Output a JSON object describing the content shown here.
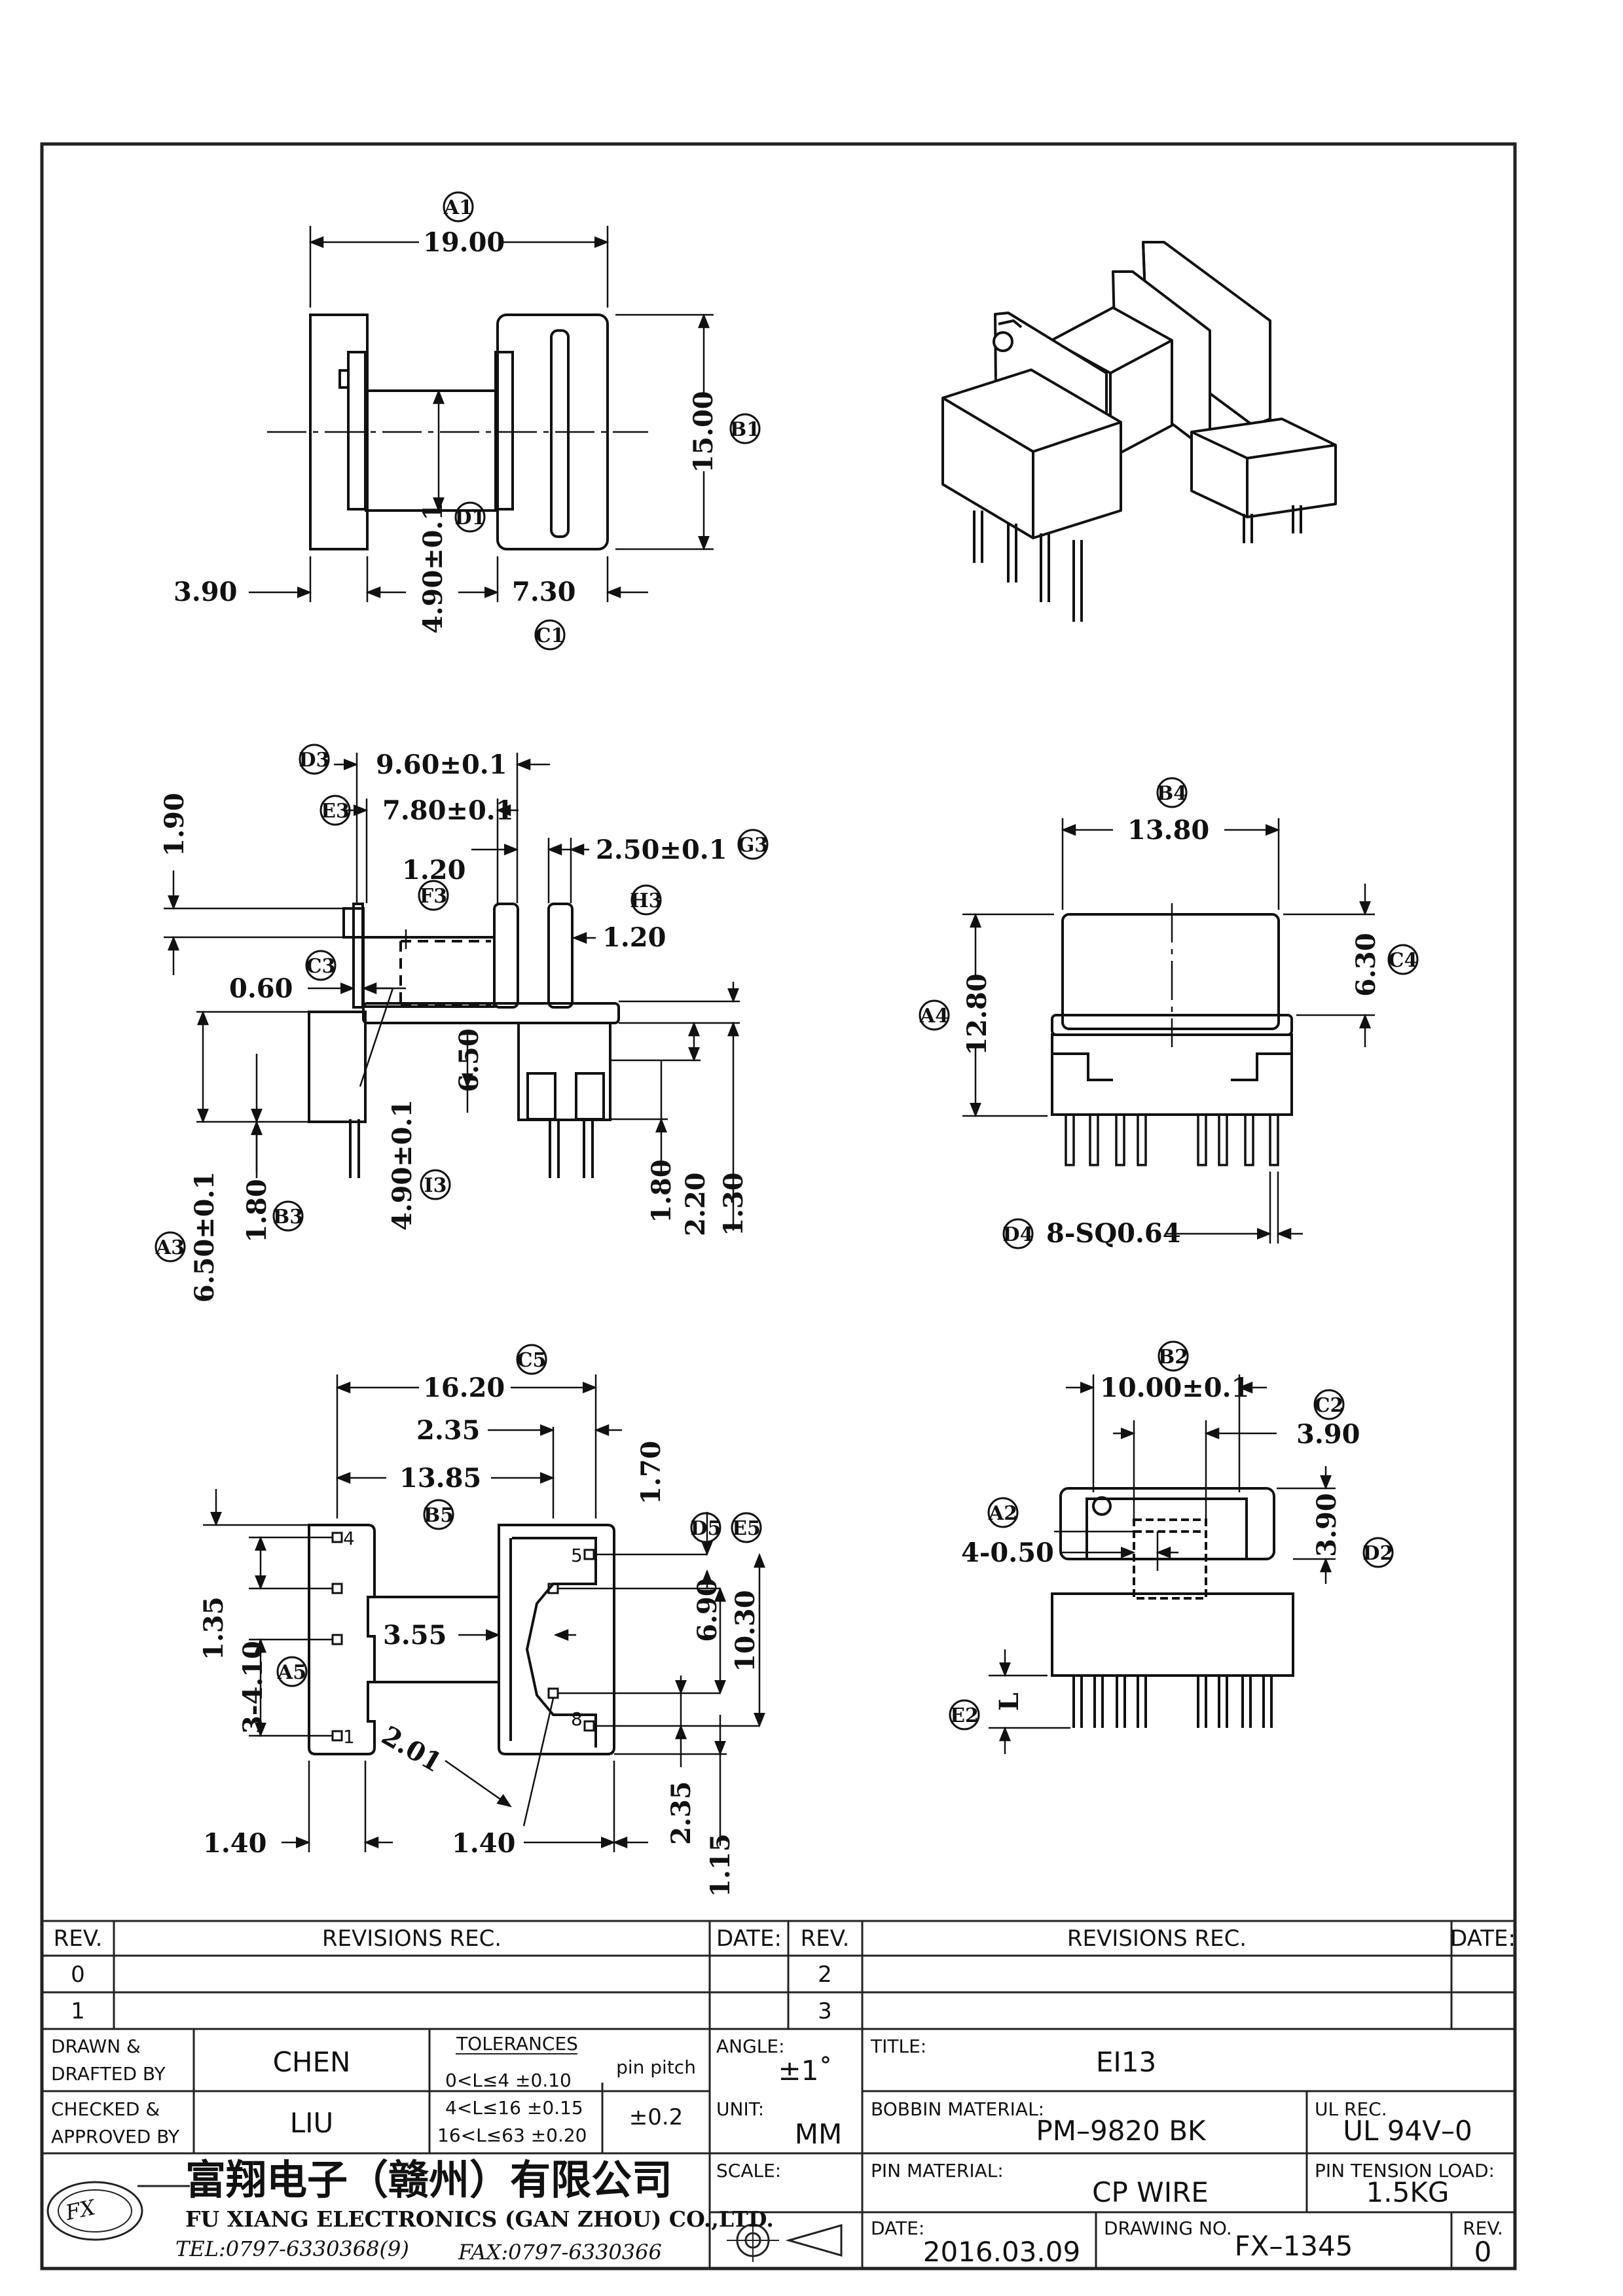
{
  "views": {
    "top": {
      "d_A1": "19.00",
      "d_B1": "15.00",
      "d_D1": "4.90±0.1",
      "d_C1": "7.30",
      "d_left": "3.90",
      "t_A1": "A1",
      "t_B1": "B1",
      "t_C1": "C1",
      "t_D1": "D1"
    },
    "side": {
      "d_D3": "9.60±0.1",
      "d_E3": "7.80±0.1",
      "d_1_90": "1.90",
      "d_F3": "1.20",
      "d_G3": "2.50±0.1",
      "d_H3": "1.20",
      "d_C3": "0.60",
      "d_6_50": "6.50",
      "d_A3": "6.50±0.1",
      "d_B3": "1.80",
      "d_I3": "4.90±0.1",
      "d_1_80": "1.80",
      "d_2_20": "2.20",
      "d_1_30": "1.30",
      "t_D3": "D3",
      "t_E3": "E3",
      "t_F3": "F3",
      "t_G3": "G3",
      "t_H3": "H3",
      "t_C3": "C3",
      "t_A3": "A3",
      "t_B3": "B3",
      "t_I3": "I3"
    },
    "front": {
      "d_B4": "13.80",
      "d_A4": "12.80",
      "d_C4": "6.30",
      "d_D4": "8-SQ0.64",
      "t_B4": "B4",
      "t_A4": "A4",
      "t_C4": "C4",
      "t_D4": "D4"
    },
    "bottom": {
      "d_C5": "16.20",
      "d_2_35a": "2.35",
      "d_B5": "13.85",
      "d_1_70": "1.70",
      "d_1_35": "1.35",
      "d_A5": "3-4.10",
      "d_3_55": "3.55",
      "d_6_90": "6.90",
      "d_10_30": "10.30",
      "d_2_01": "2.01",
      "d_1_40a": "1.40",
      "d_1_40b": "1.40",
      "d_2_35b": "2.35",
      "d_1_15": "1.15",
      "pin4": "4",
      "pin1": "1",
      "pin5": "5",
      "pin8": "8",
      "t_C5": "C5",
      "t_B5": "B5",
      "t_A5": "A5",
      "t_D5": "D5",
      "t_E5": "E5"
    },
    "end": {
      "d_B2": "10.00±0.1",
      "d_C2": "3.90",
      "d_A2": "4-0.50",
      "d_D2": "3.90",
      "d_E2": "L",
      "t_B2": "B2",
      "t_C2": "C2",
      "t_A2": "A2",
      "t_D2": "D2",
      "t_E2": "E2"
    }
  },
  "revisions": {
    "h_rev": "REV.",
    "h_rec": "REVISIONS   REC.",
    "h_date": "DATE:",
    "rows_left": [
      "0",
      "1"
    ],
    "rows_right": [
      "2",
      "3"
    ]
  },
  "title_block": {
    "drawn_label": "DRAWN &\nDRAFTED BY",
    "drawn_l1": "DRAWN &",
    "drawn_l2": "DRAFTED BY",
    "drawn_value": "CHEN",
    "checked_l1": "CHECKED &",
    "checked_l2": "APPROVED BY",
    "checked_value": "LIU",
    "tol_title": "TOLERANCES",
    "tol_1": "0<L≤4    ±0.10",
    "tol_2": "4<L≤16  ±0.15",
    "tol_3": "16<L≤63  ±0.20",
    "pin_pitch_label": "pin pitch",
    "pin_pitch_value": "±0.2",
    "angle_label": "ANGLE:",
    "angle_value": "±1˚",
    "unit_label": "UNIT:",
    "unit_value": "MM",
    "scale_label": "SCALE:",
    "title_label": "TITLE:",
    "title_value": "EI13",
    "bobbin_label": "BOBBIN MATERIAL:",
    "bobbin_value": "PM–9820  BK",
    "ul_label": "UL REC.",
    "ul_value": "UL  94V–0",
    "pin_mat_label": "PIN MATERIAL:",
    "pin_mat_value": "CP  WIRE",
    "pin_tension_label": "PIN TENSION LOAD:",
    "pin_tension_value": "1.5KG",
    "date_label": "DATE:",
    "date_value": "2016.03.09",
    "drawing_no_label": "DRAWING NO.",
    "drawing_no_value": "FX–1345",
    "rev_label": "REV.",
    "rev_value": "0",
    "company_cn": "富翔电子（赣州）有限公司",
    "company_en": "FU XIANG ELECTRONICS (GAN ZHOU) CO.,LTD.",
    "tel": "TEL:0797-6330368(9)",
    "fax": "FAX:0797-6330366",
    "logo_text": "FX"
  }
}
